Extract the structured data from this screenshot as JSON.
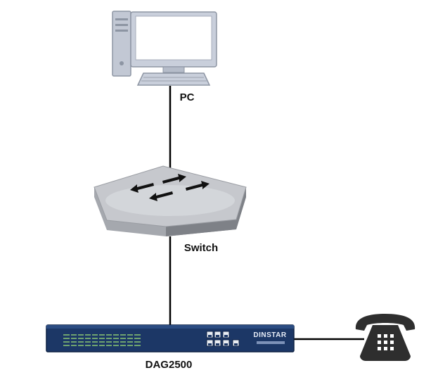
{
  "nodes": {
    "pc": {
      "label": "PC"
    },
    "switch": {
      "label": "Switch"
    },
    "gateway": {
      "label": "DAG2500",
      "brand": "DINSTAR"
    }
  },
  "colors": {
    "connection_line": "#000000",
    "monitor_frame": "#c9cfdb",
    "monitor_screen": "#ffffff",
    "switch_top": "#c6c8cd",
    "switch_side": "#8e9197",
    "switch_arrow": "#111111",
    "gateway_body": "#1c3766",
    "gateway_port_dots": "#6fa36f",
    "phone_body": "#2e2e2e"
  },
  "icons": {
    "pc": "desktop-computer-icon",
    "switch": "network-switch-icon",
    "gateway": "rack-gateway-device-icon",
    "phone": "telephone-icon"
  }
}
